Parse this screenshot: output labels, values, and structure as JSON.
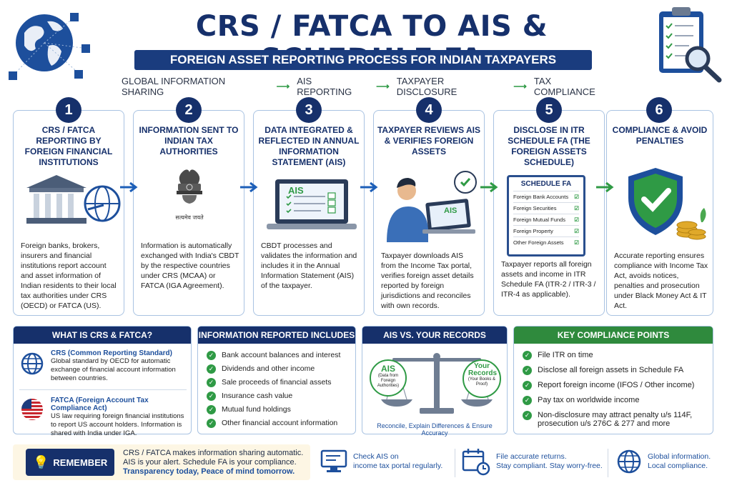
{
  "header": {
    "title": "CRS / FATCA TO AIS & SCHEDULE FA",
    "subtitle": "FOREIGN ASSET REPORTING PROCESS FOR INDIAN TAXPAYERS",
    "flow": [
      "GLOBAL INFORMATION SHARING",
      "AIS REPORTING",
      "TAXPAYER DISCLOSURE",
      "TAX COMPLIANCE"
    ]
  },
  "steps": [
    {
      "num": "1",
      "title": "CRS / FATCA REPORTING BY FOREIGN FINANCIAL INSTITUTIONS",
      "desc": "Foreign banks, brokers, insurers and financial institutions report account and asset information of Indian residents to their local tax authorities under CRS (OECD) or FATCA (US)."
    },
    {
      "num": "2",
      "title": "INFORMATION SENT TO INDIAN TAX AUTHORITIES",
      "emblem_text": "सत्यमेव जयते",
      "desc": "Information is automatically exchanged with India's CBDT by the respective countries under CRS (MCAA) or FATCA (IGA Agreement)."
    },
    {
      "num": "3",
      "title": "DATA INTEGRATED & REFLECTED IN ANNUAL INFORMATION STATEMENT (AIS)",
      "screen_label": "AIS",
      "desc": "CBDT processes and validates the information and includes it in the Annual Information Statement (AIS) of the taxpayer."
    },
    {
      "num": "4",
      "title": "TAXPAYER REVIEWS AIS & VERIFIES FOREIGN ASSETS",
      "screen_label": "AIS",
      "desc": "Taxpayer downloads AIS from the Income Tax portal, verifies foreign asset details reported by foreign jurisdictions and reconciles with own records."
    },
    {
      "num": "5",
      "title": "DISCLOSE IN ITR SCHEDULE FA (THE FOREIGN ASSETS SCHEDULE)",
      "schedule_title": "SCHEDULE FA",
      "schedule_items": [
        "Foreign Bank Accounts",
        "Foreign Securities",
        "Foreign Mutual Funds",
        "Foreign Property",
        "Other Foreign Assets"
      ],
      "desc": "Taxpayer reports all foreign assets and income in ITR Schedule FA (ITR-2 / ITR-3 / ITR-4 as applicable)."
    },
    {
      "num": "6",
      "title": "COMPLIANCE & AVOID PENALTIES",
      "desc": "Accurate reporting ensures compliance with Income Tax Act, avoids notices, penalties and prosecution under Black Money Act & IT Act."
    }
  ],
  "crs_fatca": {
    "heading": "WHAT IS CRS & FATCA?",
    "crs_title": "CRS (Common Reporting Standard)",
    "crs_desc": "Global standard by OECD for automatic exchange of financial account information between countries.",
    "fatca_title": "FATCA (Foreign Account Tax Compliance Act)",
    "fatca_desc": "US law requiring foreign financial institutions to report US account holders. Information is shared with India under IGA."
  },
  "info_reported": {
    "heading": "INFORMATION REPORTED INCLUDES",
    "items": [
      "Bank account balances and interest",
      "Dividends and other income",
      "Sale proceeds of financial assets",
      "Insurance cash value",
      "Mutual fund holdings",
      "Other financial account information"
    ]
  },
  "ais_vs": {
    "heading": "AIS VS. YOUR RECORDS",
    "left_title": "AIS",
    "left_sub": "(Data from Foreign Authorities)",
    "right_title": "Your Records",
    "right_sub": "(Your Books & Proof)",
    "footer": "Reconcile, Explain Differences & Ensure Accuracy"
  },
  "key_points": {
    "heading": "KEY COMPLIANCE POINTS",
    "items": [
      "File ITR on time",
      "Disclose all foreign assets in Schedule FA",
      "Report foreign income (IFOS / Other income)",
      "Pay tax on worldwide income",
      "Non-disclosure may attract penalty u/s 114F, prosecution u/s 276C & 277 and more"
    ]
  },
  "remember": {
    "label": "REMEMBER",
    "line1": "CRS / FATCA makes information sharing automatic.",
    "line2": "AIS is your alert. Schedule FA is your compliance.",
    "line3": "Transparency today, Peace of mind tomorrow."
  },
  "tips": [
    {
      "line1": "Check AIS on",
      "line2": "income tax portal regularly."
    },
    {
      "line1": "File accurate returns.",
      "line2": "Stay compliant. Stay worry-free."
    },
    {
      "line1": "Global information.",
      "line2": "Local compliance."
    }
  ],
  "colors": {
    "navy": "#16306b",
    "green": "#2f9a45",
    "border": "#a9c3e2"
  }
}
